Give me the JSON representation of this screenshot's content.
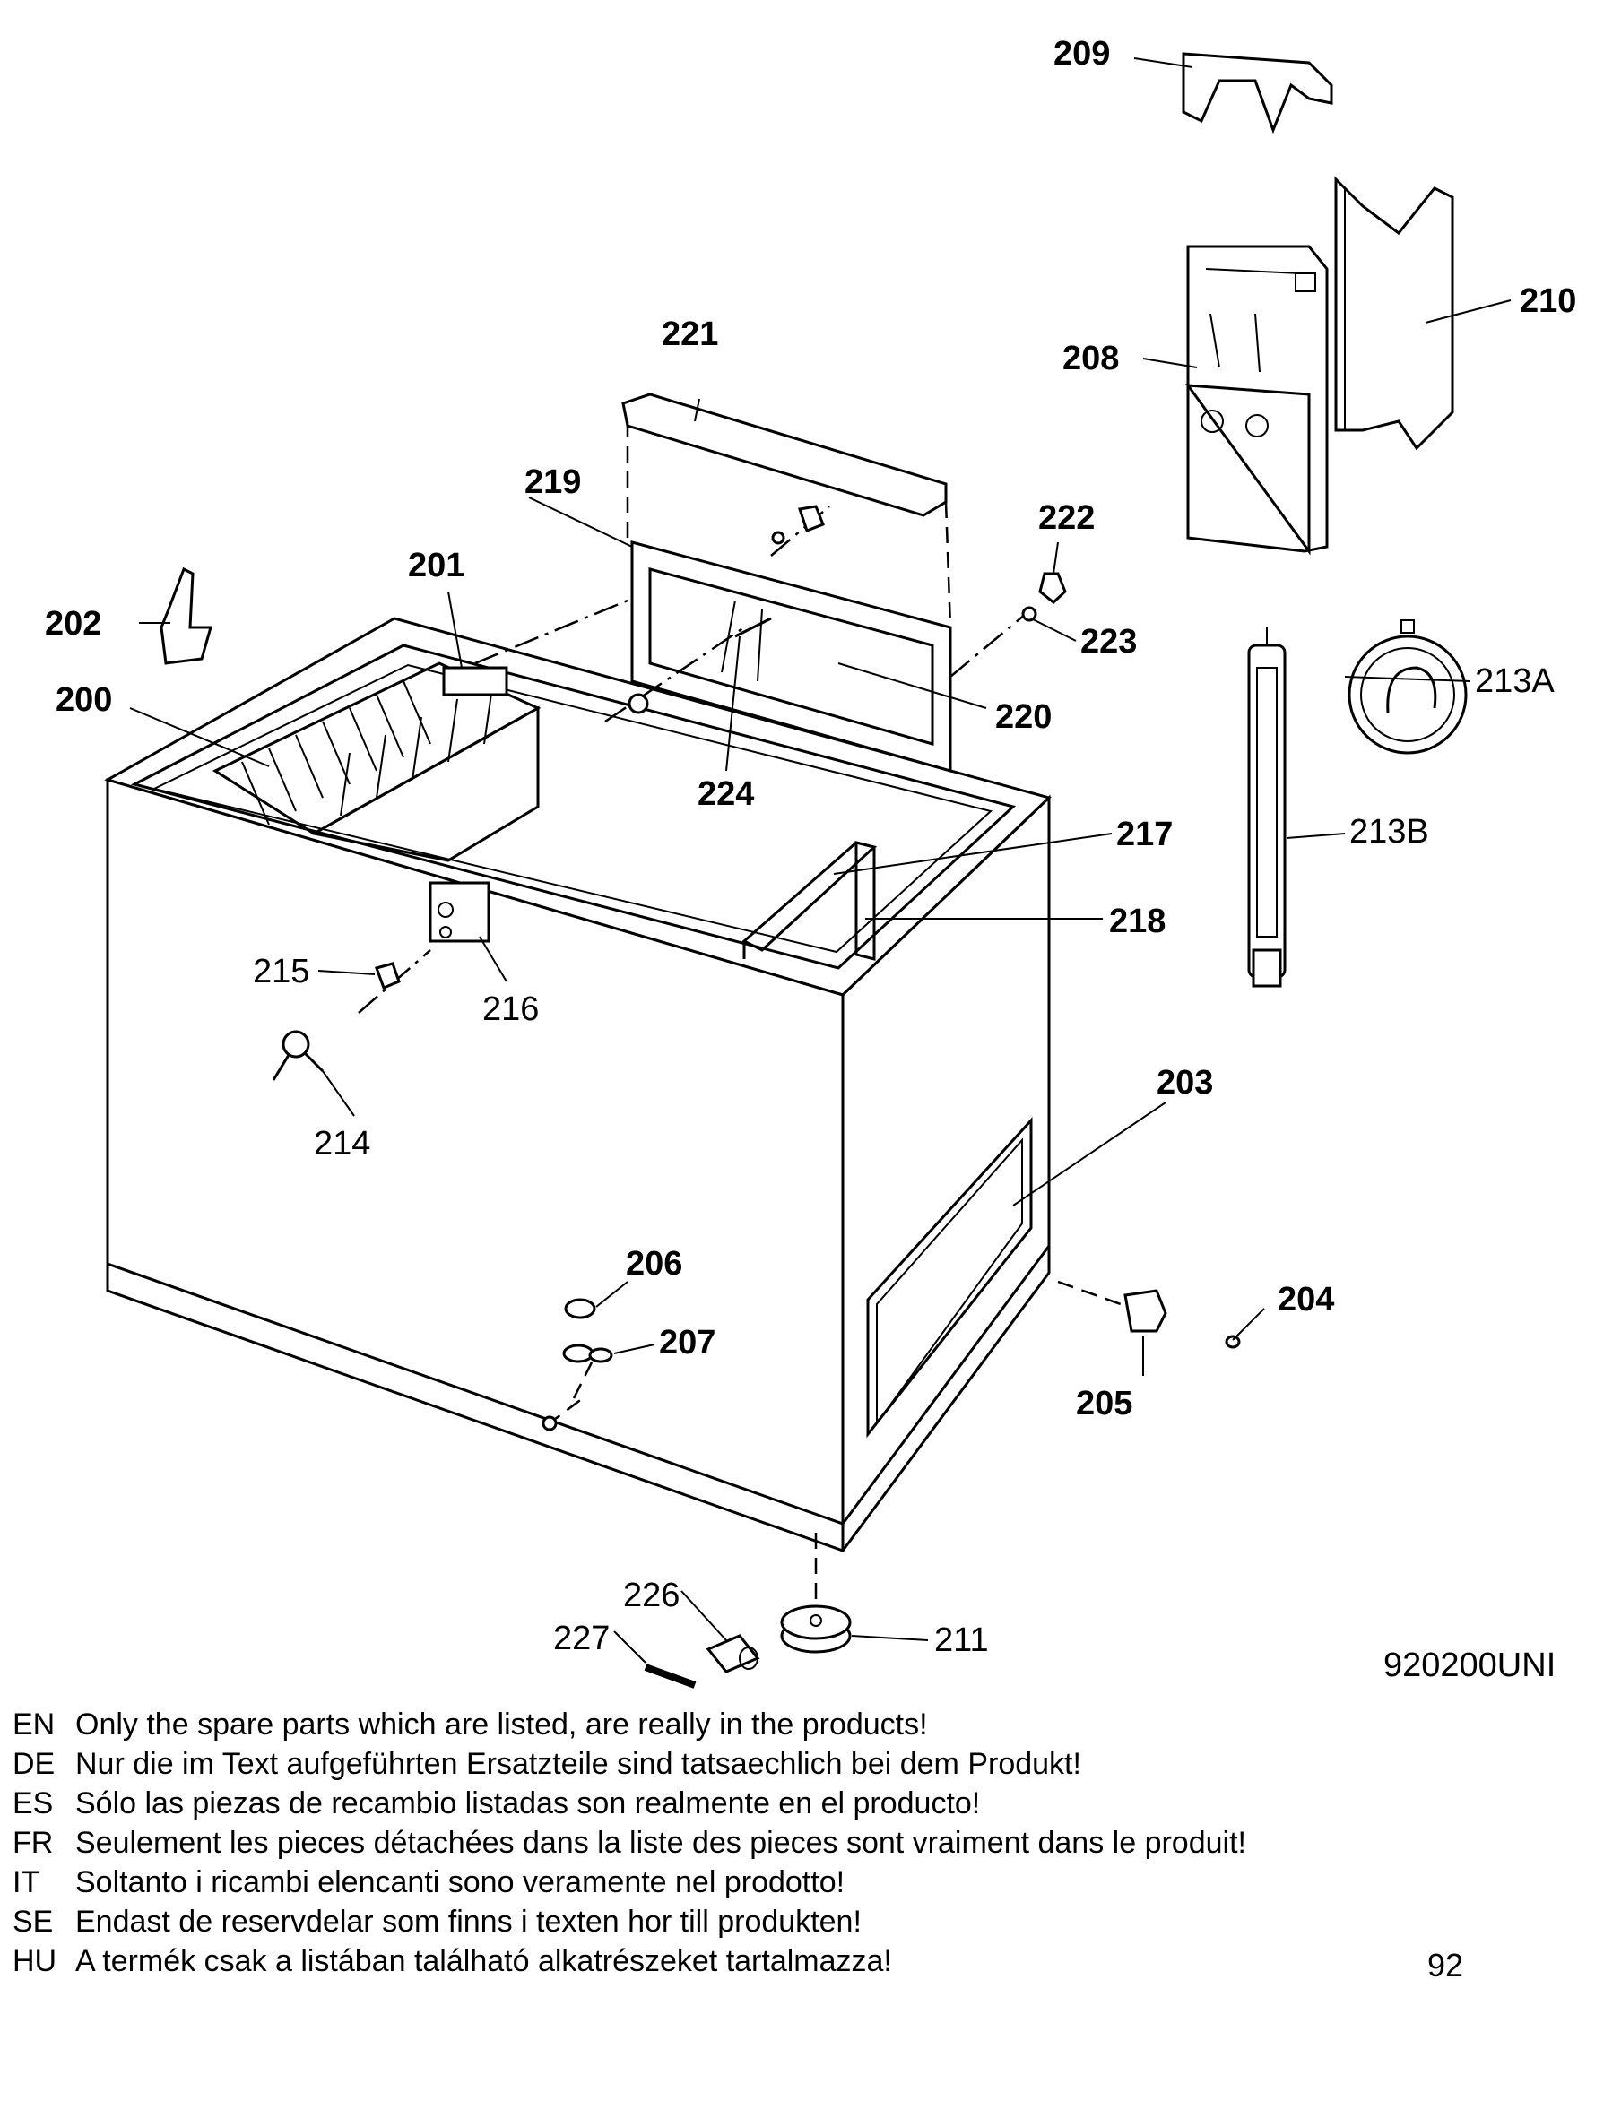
{
  "diagram_code": "920200UNI",
  "page_number": "92",
  "callouts": {
    "c200": "200",
    "c201": "201",
    "c202": "202",
    "c203": "203",
    "c204": "204",
    "c205": "205",
    "c206": "206",
    "c207": "207",
    "c208": "208",
    "c209": "209",
    "c210": "210",
    "c211": "211",
    "c213A": "213A",
    "c213B": "213B",
    "c214": "214",
    "c215": "215",
    "c216": "216",
    "c217": "217",
    "c218": "218",
    "c219": "219",
    "c220": "220",
    "c221": "221",
    "c222": "222",
    "c223": "223",
    "c224": "224",
    "c226": "226",
    "c227": "227"
  },
  "notes": [
    {
      "code": "EN",
      "text": "Only the spare parts which are listed, are really in the products!"
    },
    {
      "code": "DE",
      "text": "Nur die im Text aufgeführten Ersatzteile sind tatsaechlich bei dem Produkt!"
    },
    {
      "code": "ES",
      "text": "Sólo las piezas de recambio  listadas son realmente en el producto!"
    },
    {
      "code": "FR",
      "text": "Seulement les pieces détachées dans la liste des pieces sont vraiment dans le produit!"
    },
    {
      "code": "IT",
      "text": "Soltanto i ricambi elencanti sono veramente nel prodotto!"
    },
    {
      "code": "SE",
      "text": "Endast de reservdelar som finns i texten hor till produkten!"
    },
    {
      "code": "HU",
      "text": "A termék csak a listában található alkatrészeket tartalmazza!"
    }
  ]
}
